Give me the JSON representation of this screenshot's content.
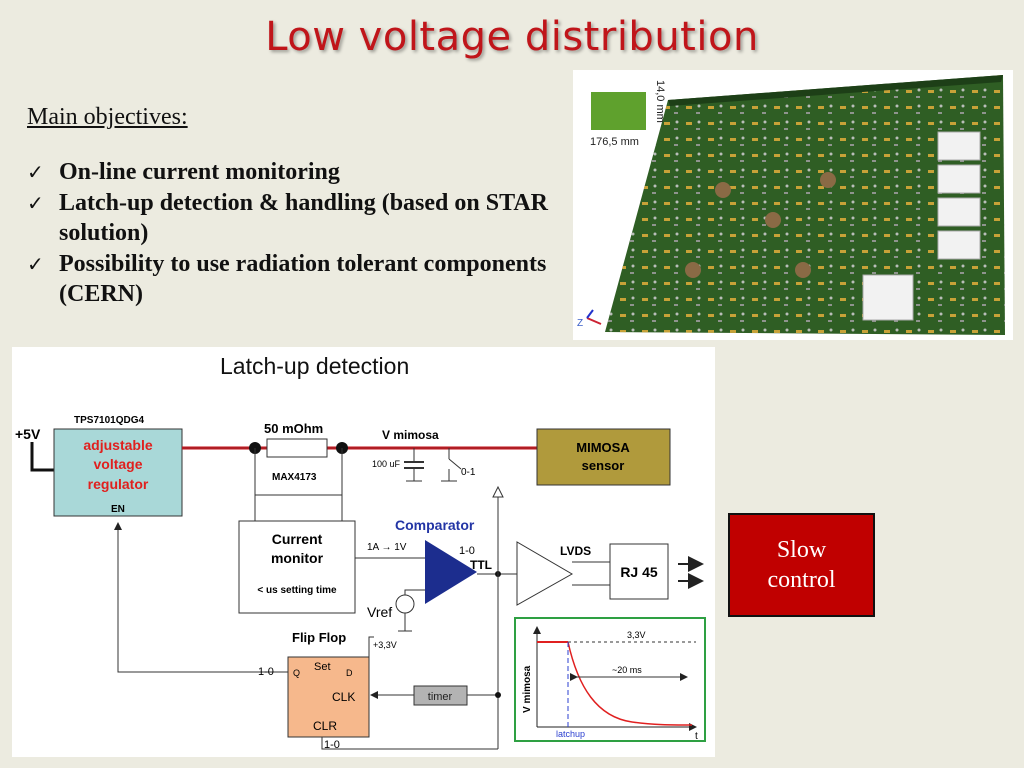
{
  "title": "Low voltage distribution",
  "objectives": {
    "heading": "Main objectives:",
    "items": [
      "On-line current monitoring",
      "Latch-up detection & handling (based on STAR solution)",
      "Possibility to use radiation tolerant components (CERN)"
    ]
  },
  "board": {
    "height_label": "14,0 mm",
    "length_label": "176,5 mm",
    "axis_label": "Z",
    "pad_color": "#5fa12d",
    "board_color": "#2f5e24"
  },
  "diagram": {
    "title": "Latch-up  detection",
    "supply": "+5V",
    "regulator_part": "TPS7101QDG4",
    "regulator_lines": [
      "adjustable",
      "voltage",
      "regulator"
    ],
    "regulator_en": "EN",
    "resistor": "50 mOhm",
    "amp_part": "MAX4173",
    "v_mimosa": "V mimosa",
    "cap": "100 uF",
    "switch": "0-1",
    "sensor_lines": [
      "MIMOSA",
      "sensor"
    ],
    "monitor_lines": [
      "Current",
      "monitor"
    ],
    "monitor_note": "< us setting time",
    "comparator": "Comparator",
    "conversion": "1A → 1V",
    "comp_out_lines": [
      "1-0",
      "TTL"
    ],
    "vref": "Vref",
    "lvds": "LVDS",
    "rj45": "RJ 45",
    "flipflop": "Flip Flop",
    "ff_supply": "+3,3V",
    "ff_q": "Q",
    "ff_set": "Set",
    "ff_d": "D",
    "ff_clk": "CLK",
    "ff_clr": "CLR",
    "q_level": "1-0",
    "clr_level": "1-0",
    "timer": "timer",
    "colors": {
      "power_line": "#c4121a",
      "regulator_fill": "#a9d8d8",
      "regulator_text": "#e0201e",
      "sensor_fill": "#b09a3c",
      "comparator_fill": "#1c2d8e",
      "comparator_label": "#2335a5",
      "flipflop_fill": "#f6b88c",
      "timer_fill": "#b3b3b3"
    }
  },
  "inset": {
    "level": "3,3V",
    "time": "~20 ms",
    "ylabel": "V mimosa",
    "event": "latchup",
    "x_end": "t",
    "curve_color": "#e02020",
    "frame_color": "#2ea043"
  },
  "slow_control": {
    "lines": [
      "Slow",
      "control"
    ],
    "fill": "#c00000"
  }
}
